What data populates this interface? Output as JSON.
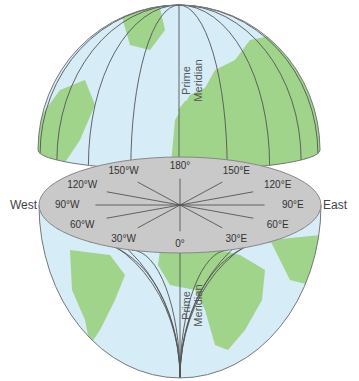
{
  "diagram": {
    "labels": [
      "Prime Meridian",
      "180°",
      "150°W",
      "150°E",
      "120°W",
      "120°E",
      "90°W",
      "90°E",
      "60°W",
      "60°E",
      "30°W",
      "0°",
      "30°E",
      "West",
      "East",
      "Prime Meridian"
    ]
  }
}
